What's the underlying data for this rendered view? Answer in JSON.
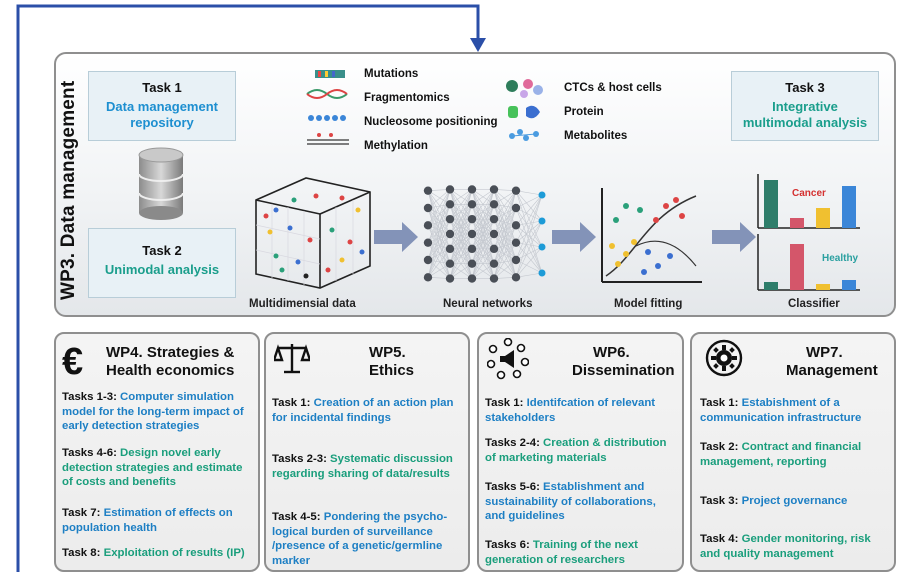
{
  "wp3": {
    "label": "WP3. Data management",
    "task1": {
      "title": "Task 1",
      "subtitle": "Data management repository"
    },
    "task2": {
      "title": "Task 2",
      "subtitle": "Unimodal analysis"
    },
    "task3": {
      "title": "Task 3",
      "subtitle": "Integrative multimodal analysis"
    },
    "data_types_left": [
      "Mutations",
      "Fragmentomics",
      "Nucleosome positioning",
      "Methylation"
    ],
    "data_types_right": [
      "CTCs & host cells",
      "Protein",
      "Metabolites"
    ],
    "pipeline": [
      "Multidimensial data",
      "Neural networks",
      "Model fitting",
      "Classifier"
    ],
    "classifier_labels": {
      "top": "Cancer",
      "bottom": "Healthy"
    }
  },
  "wp4": {
    "title_line1": "WP4. Strategies &",
    "title_line2": "Health economics",
    "icon": "euro-icon",
    "tasks": [
      {
        "key": "Tasks 1-3:",
        "text": "Computer simulation model for the long-term impact of early detection strategies"
      },
      {
        "key": "Tasks 4-6:",
        "text": "Design novel early detection strategies and estimate of costs and benefits"
      },
      {
        "key": "Task 7:",
        "text": "Estimation of effects on population health"
      },
      {
        "key": "Task 8:",
        "text": "Exploitation of results (IP)"
      }
    ]
  },
  "wp5": {
    "title_line1": "WP5.",
    "title_line2": "Ethics",
    "icon": "scales-icon",
    "tasks": [
      {
        "key": "Task 1:",
        "text": "Creation of an action plan for incidental findings"
      },
      {
        "key": "Tasks 2-3:",
        "text": "Systematic discussion regarding sharing of data/results"
      },
      {
        "key": "Task 4-5:",
        "text": "Pondering the psycho-logical burden of surveillance /presence of a genetic/germline marker"
      }
    ]
  },
  "wp6": {
    "title_line1": "WP6.",
    "title_line2": "Dissemination",
    "icon": "network-megaphone-icon",
    "tasks": [
      {
        "key": "Task 1:",
        "text": "Identifcation of relevant stakeholders"
      },
      {
        "key": "Tasks 2-4:",
        "text": "Creation & distribution of marketing materials"
      },
      {
        "key": "Tasks 5-6:",
        "text": "Establishment and sustainability of collaborations, and guidelines"
      },
      {
        "key": "Tasks 6:",
        "text": "Training of the next generation of researchers"
      }
    ]
  },
  "wp7": {
    "title_line1": "WP7.",
    "title_line2": "Management",
    "icon": "gear-icon",
    "tasks": [
      {
        "key": "Task 1:",
        "text": "Estabishment of a communication infrastructure"
      },
      {
        "key": "Task 2:",
        "text": "Contract and financial management, reporting"
      },
      {
        "key": "Task 3:",
        "text": "Project governance"
      },
      {
        "key": "Task 4:",
        "text": "Gender monitoring, risk and quality management"
      }
    ]
  },
  "colors": {
    "frame": "#2b4fa8",
    "blue_text": "#1d7fc4",
    "green_text": "#1a9e7c",
    "arrow": "#8393b8"
  }
}
